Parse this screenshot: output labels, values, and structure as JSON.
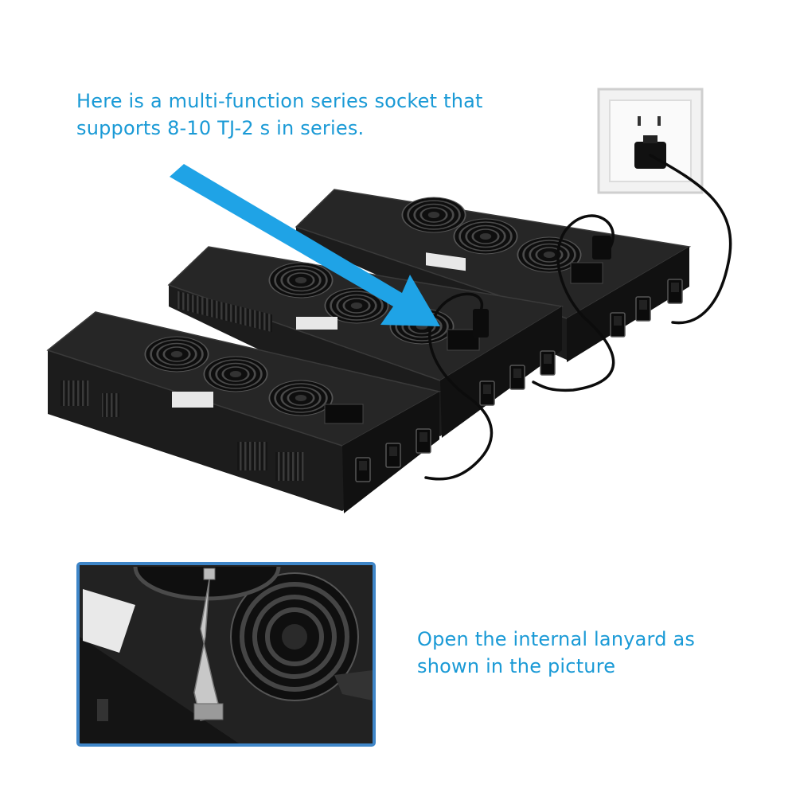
{
  "captions": {
    "series_socket": "Here is a multi-function series socket that supports 8-10 TJ-2 s in series.",
    "lanyard": "Open the internal lanyard as shown in the picture"
  },
  "colors": {
    "caption_text": "#1a9ad6",
    "arrow": "#1fa3e6",
    "inset_border": "#3f86c8",
    "unit_body": "#1a1a1a"
  },
  "icons": [
    "arrow",
    "wall-socket-icon",
    "power-cord",
    "fan-grille",
    "rocker-switch",
    "hanging-clip"
  ]
}
